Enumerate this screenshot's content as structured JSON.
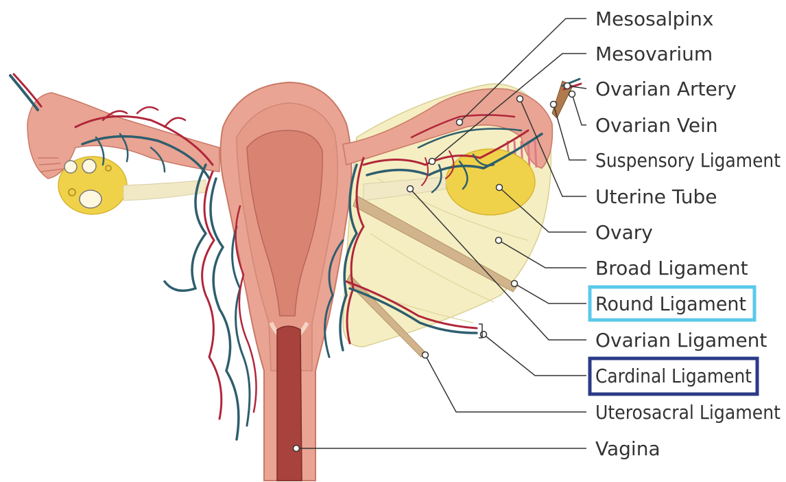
{
  "labels": {
    "mesosalpinx": "Mesosalpinx",
    "mesovarium": "Mesovarium",
    "ovarian_artery": "Ovarian Artery",
    "ovarian_vein": "Ovarian Vein",
    "suspensory_ligament": "Suspensory Ligament",
    "uterine_tube": "Uterine Tube",
    "ovary": "Ovary",
    "broad_ligament": "Broad Ligament",
    "round_ligament": "Round Ligament",
    "ovarian_ligament": "Ovarian Ligament",
    "cardinal_ligament": "Cardinal Ligament",
    "uterosacral_ligament": "Uterosacral Ligament",
    "vagina": "Vagina"
  },
  "highlights": {
    "round_ligament_color": "#5bc8ea",
    "cardinal_ligament_color": "#2b3a87"
  },
  "colors": {
    "tissue": "#eaa493",
    "tissue_dark": "#d77f6e",
    "cavity": "#d98473",
    "canal": "#a8423c",
    "broad_ligament": "#f5eec2",
    "ovary": "#f0d24a",
    "artery": "#b0263a",
    "vein": "#2e5e6e"
  }
}
